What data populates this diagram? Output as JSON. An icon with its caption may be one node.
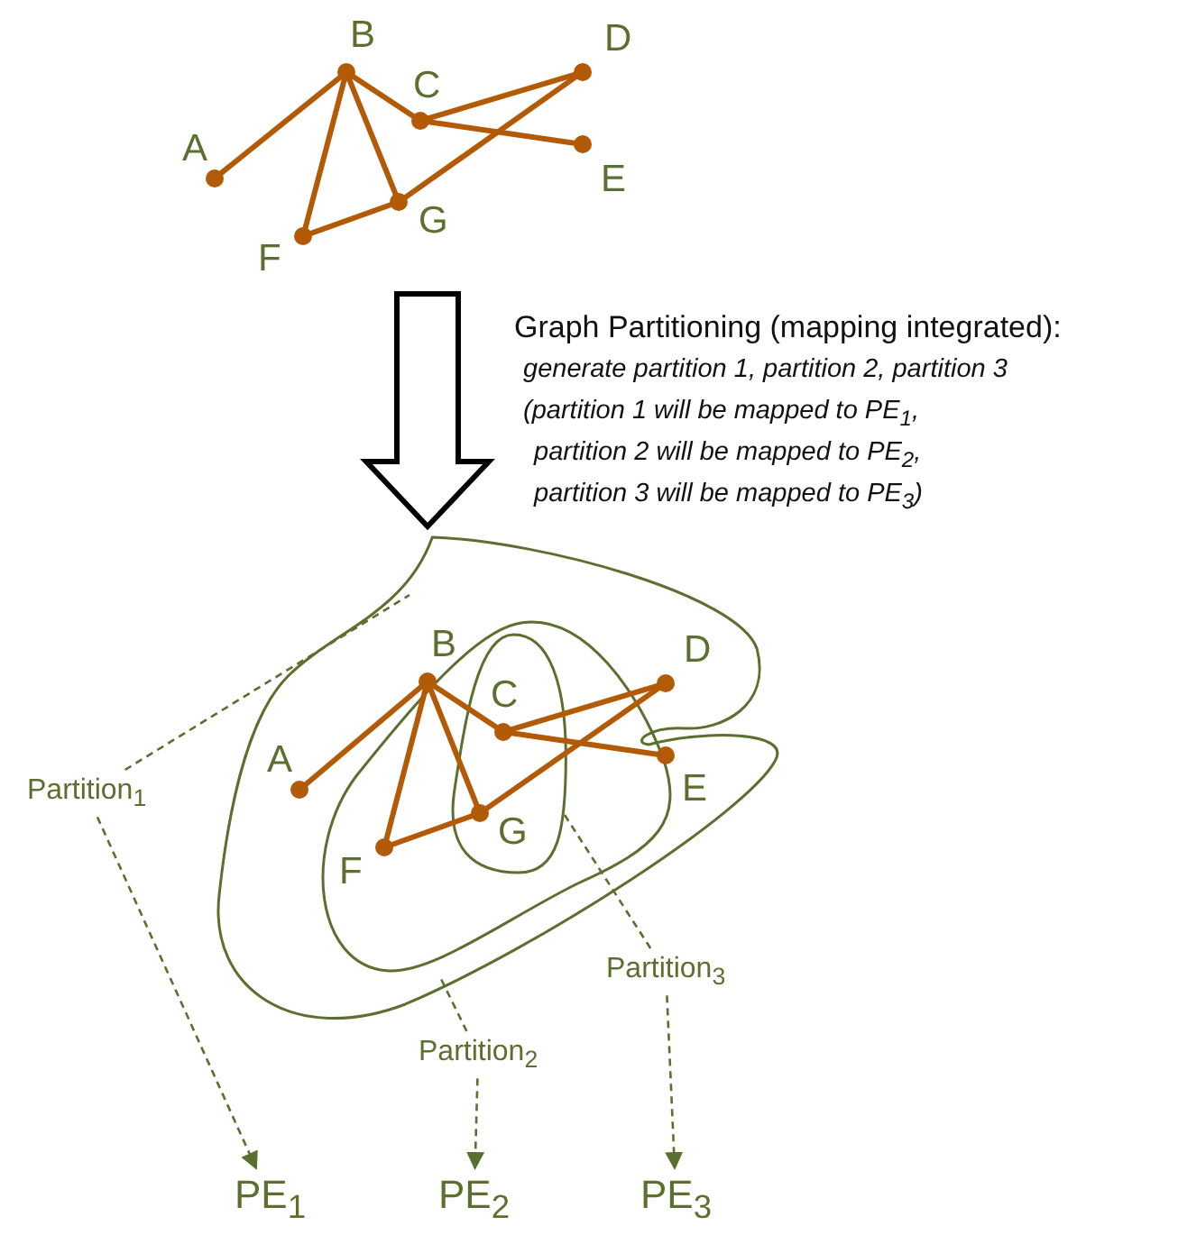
{
  "diagram": {
    "nodes": [
      {
        "text": [],
        "shape": "circle",
        "beside": [
          "A"
        ]
      },
      {
        "text": [],
        "shape": "circle",
        "beside": [
          "B"
        ]
      },
      {
        "text": [],
        "shape": "circle",
        "beside": [
          "C"
        ]
      },
      {
        "text": [],
        "shape": "circle",
        "beside": [
          "D"
        ]
      },
      {
        "text": [],
        "shape": "circle",
        "beside": [
          "E"
        ]
      },
      {
        "text": [],
        "shape": "circle",
        "beside": [
          "F"
        ]
      },
      {
        "text": [],
        "shape": "circle",
        "beside": [
          "G"
        ]
      },
      {
        "text": [],
        "shape": "blob"
      },
      {
        "text": [],
        "shape": "blob",
        "in": 7
      },
      {
        "text": [],
        "shape": "blob",
        "in": 8
      },
      {
        "text": [],
        "shape": "circle",
        "beside": [
          "A"
        ],
        "in": 7
      },
      {
        "text": [],
        "shape": "circle",
        "beside": [
          "B"
        ],
        "in": 7
      },
      {
        "text": [],
        "shape": "circle",
        "beside": [
          "C"
        ],
        "in": 9
      },
      {
        "text": [],
        "shape": "circle",
        "beside": [
          "D"
        ],
        "in": 7
      },
      {
        "text": [],
        "shape": "circle",
        "beside": [
          "E"
        ],
        "in": 7
      },
      {
        "text": [],
        "shape": "circle",
        "beside": [
          "F"
        ],
        "in": 8
      },
      {
        "text": [],
        "shape": "circle",
        "beside": [
          "G"
        ],
        "in": 9
      },
      {
        "text": [
          "Partition$_{1}$"
        ]
      },
      {
        "text": [
          "Partition$_{2}$"
        ]
      },
      {
        "text": [
          "Partition$_{3}$"
        ]
      },
      {
        "text": [
          "PE$_{1}$"
        ]
      },
      {
        "text": [
          "PE$_{2}$"
        ]
      },
      {
        "text": [
          "PE$_{3}$"
        ]
      }
    ],
    "edges": [
      {
        "from": 0,
        "to": 1,
        "arrow": "none"
      },
      {
        "from": 1,
        "to": 2,
        "arrow": "none"
      },
      {
        "from": 1,
        "to": 5,
        "arrow": "none"
      },
      {
        "from": 1,
        "to": 6,
        "arrow": "none"
      },
      {
        "from": 2,
        "to": 3,
        "arrow": "none"
      },
      {
        "from": 2,
        "to": 4,
        "arrow": "none"
      },
      {
        "from": 5,
        "to": 6,
        "arrow": "none"
      },
      {
        "from": 6,
        "to": 3,
        "arrow": "none"
      },
      {
        "from": 10,
        "to": 11,
        "arrow": "none"
      },
      {
        "from": 11,
        "to": 12,
        "arrow": "none"
      },
      {
        "from": 11,
        "to": 15,
        "arrow": "none"
      },
      {
        "from": 11,
        "to": 16,
        "arrow": "none"
      },
      {
        "from": 12,
        "to": 13,
        "arrow": "none"
      },
      {
        "from": 12,
        "to": 14,
        "arrow": "none"
      },
      {
        "from": 15,
        "to": 16,
        "arrow": "none"
      },
      {
        "from": 16,
        "to": 13,
        "arrow": "none"
      },
      {
        "from": 17,
        "to": 7,
        "arrow": "none",
        "style": "dashed",
        "color": "#5b6f2f"
      },
      {
        "from": 18,
        "to": 8,
        "arrow": "none",
        "style": "dashed",
        "color": "#5b6f2f"
      },
      {
        "from": 19,
        "to": 9,
        "arrow": "none",
        "style": "dashed",
        "color": "#5b6f2f"
      },
      {
        "from": 17,
        "to": 20,
        "arrow": "to",
        "style": "dashed",
        "color": "#5b6f2f"
      },
      {
        "from": 18,
        "to": 21,
        "arrow": "to",
        "style": "dashed",
        "color": "#5b6f2f"
      },
      {
        "from": 19,
        "to": 22,
        "arrow": "to",
        "style": "dashed",
        "color": "#5b6f2f"
      }
    ],
    "labels": [
      "Graph Partitioning (mapping integrated):",
      "generate partition 1, partition 2, partition 3",
      "(partition 1 will be mapped to PE$_{1}$,",
      "partition 2 will be mapped to PE$_{2}$,",
      "partition 3 will be mapped to PE$_{3}$)"
    ]
  }
}
